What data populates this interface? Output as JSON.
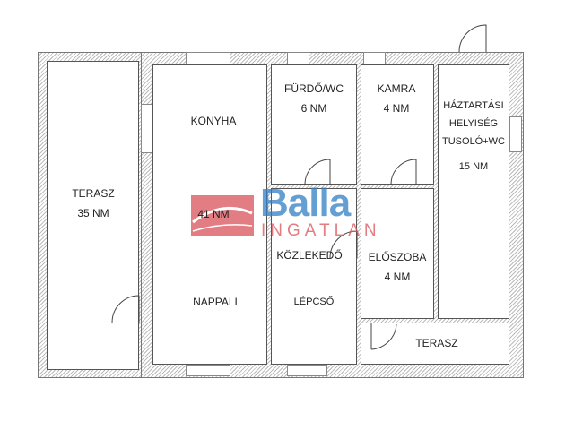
{
  "rooms": {
    "terasz_left": {
      "name": "TERASZ",
      "area": "35 NM"
    },
    "konyha": {
      "name": "KONYHA"
    },
    "nappali": {
      "name": "NAPPALI",
      "area": "41 NM"
    },
    "furdo": {
      "name": "FÜRDŐ/WC",
      "area": "6 NM"
    },
    "kamra": {
      "name": "KAMRA",
      "area": "4 NM"
    },
    "haztartasi": {
      "name_line1": "HÁZTARTÁSI",
      "name_line2": "HELYISÉG",
      "name_line3": "TUSOLÓ+WC",
      "area": "15 NM"
    },
    "kozlekedo": {
      "name": "KÖZLEKEDŐ"
    },
    "lepcso": {
      "name": "LÉPCSŐ"
    },
    "eloszoba": {
      "name": "ELŐSZOBA",
      "area": "4 NM"
    },
    "terasz_small": {
      "name": "TERASZ"
    }
  },
  "watermark": {
    "brand": "Balla",
    "sub": "INGATLAN",
    "colors": {
      "red": "#d9545a",
      "blue": "#2f7fc4"
    }
  }
}
